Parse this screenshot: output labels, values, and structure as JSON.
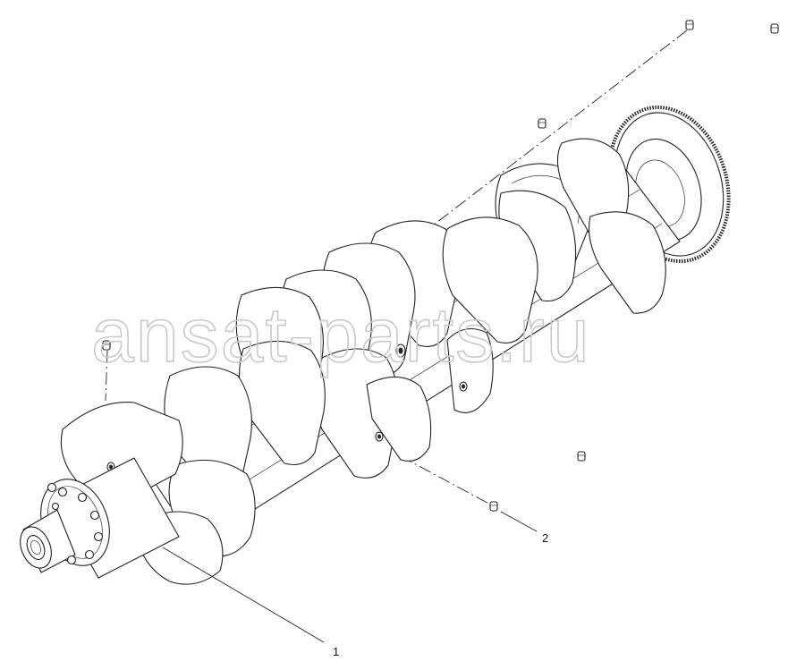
{
  "watermark": "ansat-parts.ru",
  "callouts": [
    {
      "id": "1",
      "label": "1",
      "part": "crankshaft"
    },
    {
      "id": "2",
      "label": "2",
      "part": "plug"
    }
  ]
}
